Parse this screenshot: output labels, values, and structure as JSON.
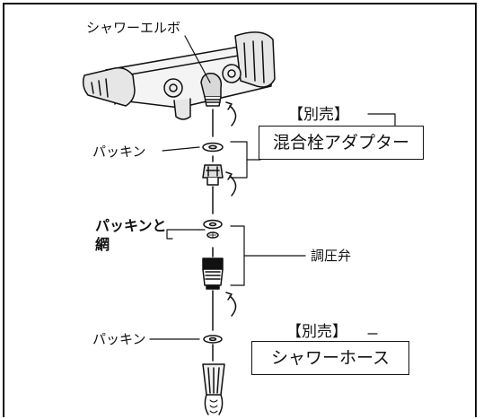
{
  "labels": {
    "shower_elbow": "シャワーエルボ",
    "packing_top": "パッキン",
    "packing_and_net_line1": "パッキンと",
    "packing_and_net_line2": "網",
    "pressure_valve": "調圧弁",
    "packing_bottom": "パッキン"
  },
  "callouts": {
    "mixer_adapter": {
      "tag": "【別売】",
      "name": "混合栓アダプター"
    },
    "shower_hose": {
      "tag": "【別売】",
      "name": "シャワーホース"
    }
  }
}
